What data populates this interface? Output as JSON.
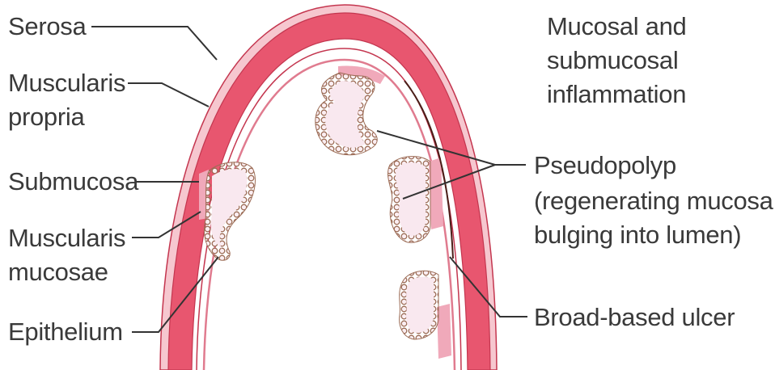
{
  "labels": {
    "serosa": "Serosa",
    "muscularis_propria_1": "Muscularis",
    "muscularis_propria_2": "propria",
    "submucosa": "Submucosa",
    "muscularis_mucosae_1": "Muscularis",
    "muscularis_mucosae_2": "mucosae",
    "epithelium": "Epithelium",
    "inflammation_1": "Mucosal and",
    "inflammation_2": "submucosal",
    "inflammation_3": "inflammation",
    "pseudopolyp_1": "Pseudopolyp",
    "pseudopolyp_2": "(regenerating mucosa",
    "pseudopolyp_3": "bulging into lumen)",
    "ulcer": "Broad-based ulcer"
  },
  "colors": {
    "muscle": "#e8566f",
    "muscle_edge": "#c4364f",
    "serosa_light": "#f6c7cf",
    "mucosa_fill": "#f9e8ef",
    "epithelium": "#a0705a",
    "line": "#333333",
    "text": "#3a3a3a"
  }
}
